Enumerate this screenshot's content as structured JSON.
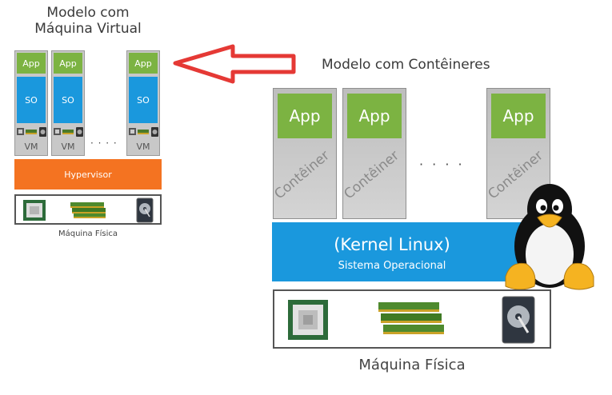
{
  "vm_model": {
    "title_line1": "Modelo com",
    "title_line2": "Máquina Virtual",
    "app_label": "App",
    "so_label": "SO",
    "vm_label": "VM",
    "ellipsis": "· · · ·",
    "hypervisor_label": "Hypervisor",
    "hardware_label": "Máquina Física"
  },
  "container_model": {
    "title": "Modelo com Contêineres",
    "app_label": "App",
    "container_label": "Contêiner",
    "ellipsis": "· · · ·",
    "kernel_label": "(Kernel Linux)",
    "os_label": "Sistema Operacional",
    "hardware_label": "Máquina Física"
  },
  "icons": [
    "cpu-icon",
    "ram-icon",
    "hard-disk-icon",
    "arrow-left-icon",
    "tux-penguin-icon"
  ],
  "colors": {
    "app": "#7cb342",
    "so": "#1a98dd",
    "hypervisor": "#f47321",
    "kernel": "#1a98dd",
    "arrow": "#e53935"
  }
}
